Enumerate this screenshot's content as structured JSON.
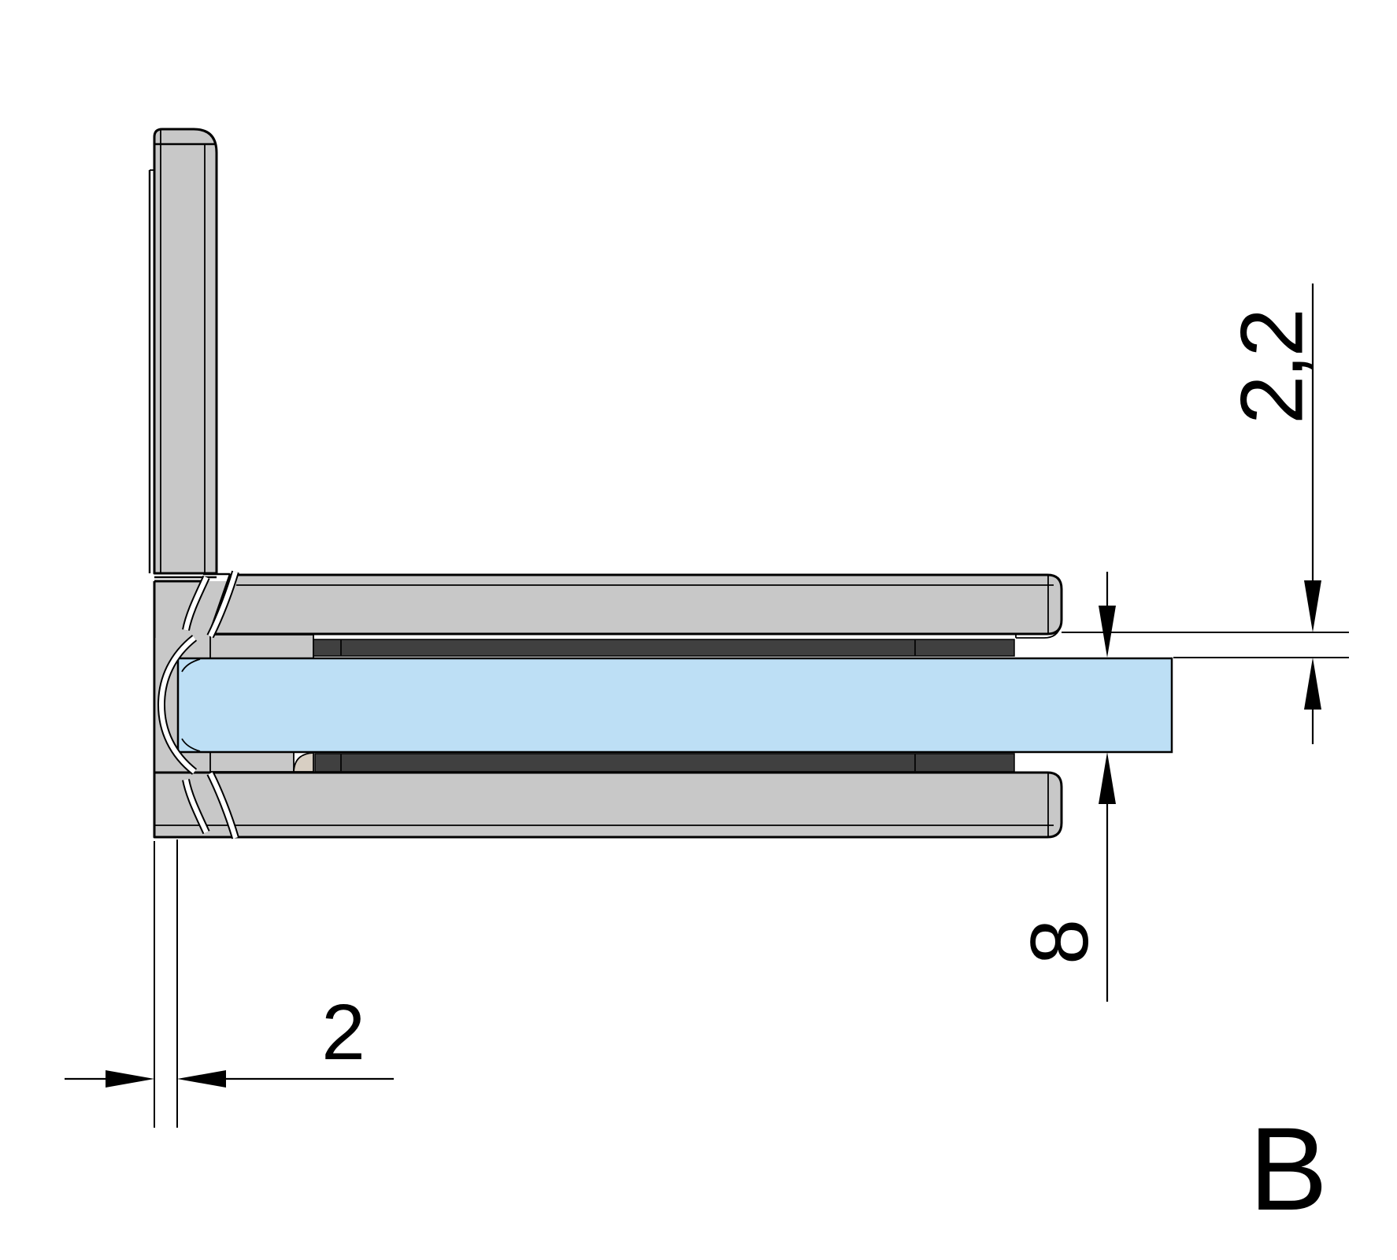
{
  "drawing": {
    "view_label": "B",
    "dimensions": {
      "arm_to_glass_gap": "2,2",
      "glass_thickness": "8",
      "wall_to_glass_offset": "2"
    },
    "colors": {
      "background": "#ffffff",
      "metal": "#c8c8c8",
      "gasket": "#404040",
      "gasket_end": "#d8cfc3",
      "glass": "#bddff5",
      "outline": "#000000"
    }
  }
}
